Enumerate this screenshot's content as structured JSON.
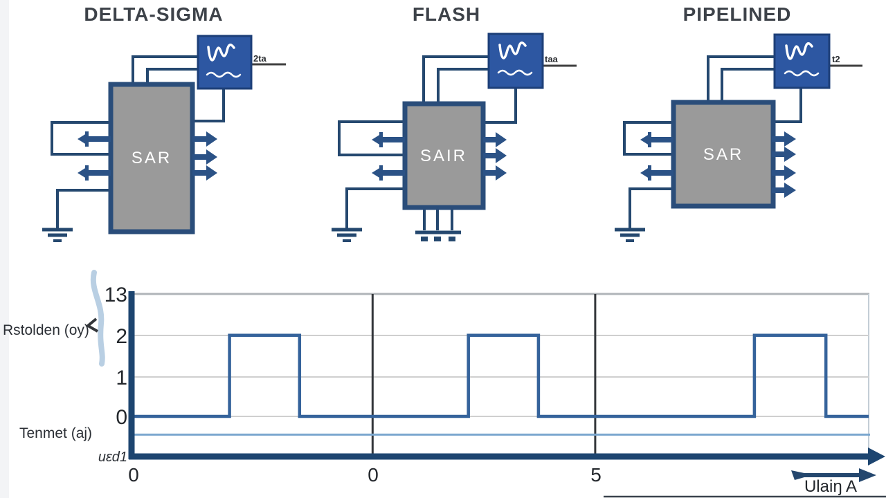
{
  "panels": [
    {
      "title": "DELTA-SIGMA",
      "chip_label": "SAR",
      "dac_output_label": "2ta"
    },
    {
      "title": "FLASH",
      "chip_label": "SAIR",
      "dac_output_label": "taa"
    },
    {
      "title": "PIPELINED",
      "chip_label": "SAR",
      "dac_output_label": "t2"
    }
  ],
  "chart": {
    "left_label_top": "Rstolden (oy)",
    "left_label_bottom": "Tenmet (aj)",
    "y_ticks": {
      "t3": "13",
      "t2": "2",
      "t1": "1",
      "t0": "0",
      "bottom": "uεd1"
    },
    "x_ticks": {
      "origin": "0",
      "mid": "0",
      "right": "5"
    },
    "arrow_label": "Ulaiŋ A"
  },
  "chart_data": {
    "type": "line",
    "subtype": "square_wave_step",
    "title": "",
    "xlabel": "Ulaiŋ A",
    "ylabel": "Rstolden (oy)",
    "ylim": [
      -1,
      3
    ],
    "gridlines_y": [
      0,
      1,
      2
    ],
    "x_axis_unit": "percent_of_plot_width",
    "baseline_level": 0,
    "pulse_high_level": 2,
    "points": [
      {
        "x": 0,
        "y": 0
      },
      {
        "x": 13.3,
        "y": 0
      },
      {
        "x": 13.3,
        "y": 2
      },
      {
        "x": 22.8,
        "y": 2
      },
      {
        "x": 22.8,
        "y": 0
      },
      {
        "x": 45.7,
        "y": 0
      },
      {
        "x": 45.7,
        "y": 2
      },
      {
        "x": 55.2,
        "y": 2
      },
      {
        "x": 55.2,
        "y": 0
      },
      {
        "x": 84.5,
        "y": 0
      },
      {
        "x": 84.5,
        "y": 2
      },
      {
        "x": 94.2,
        "y": 2
      },
      {
        "x": 94.2,
        "y": 0
      },
      {
        "x": 100,
        "y": 0
      }
    ],
    "reference_line_level": -0.45,
    "vertical_marker_x_percent": [
      32.7,
      62.9
    ],
    "x_tick_positions_percent": [
      0,
      32.7,
      62.9
    ],
    "x_tick_labels": [
      "0",
      "0",
      "5"
    ],
    "legend": null
  },
  "colors": {
    "blue_box": "#2d57a2",
    "wire_navy": "#25486f",
    "chip_gray": "#9a9a9a",
    "waveform_blue": "#35639b",
    "reference_light_blue": "#7ba7cf",
    "axis_navy": "#1d4570"
  }
}
